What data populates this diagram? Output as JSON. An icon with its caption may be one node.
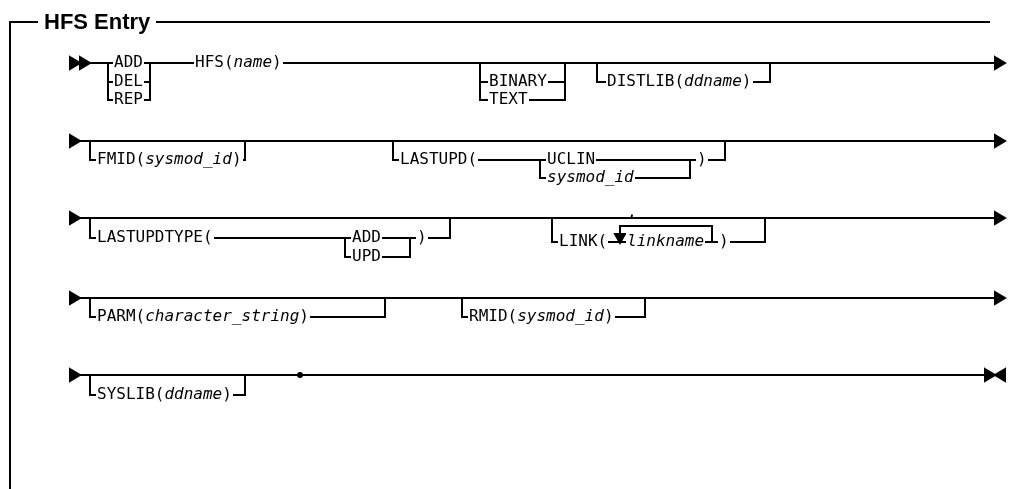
{
  "diagram": {
    "title": "HFS Entry",
    "labels": [
      "ADD",
      "HFS(*name*)",
      "DEL",
      "BINARY",
      "DISTLIB(*ddname*)",
      "REP",
      "TEXT",
      "FMID(*sysmod_id*)",
      "LASTUPD(",
      "UCLIN",
      ")",
      "sysmod_id",
      ",",
      "LASTUPDTYPE(",
      "ADD",
      ")",
      "LINK(",
      "linkname",
      ")",
      "UPD",
      "PARM(*character_string*)",
      "RMID(*sysmod_id*)",
      "SYSLIB(*ddname*)"
    ]
  }
}
